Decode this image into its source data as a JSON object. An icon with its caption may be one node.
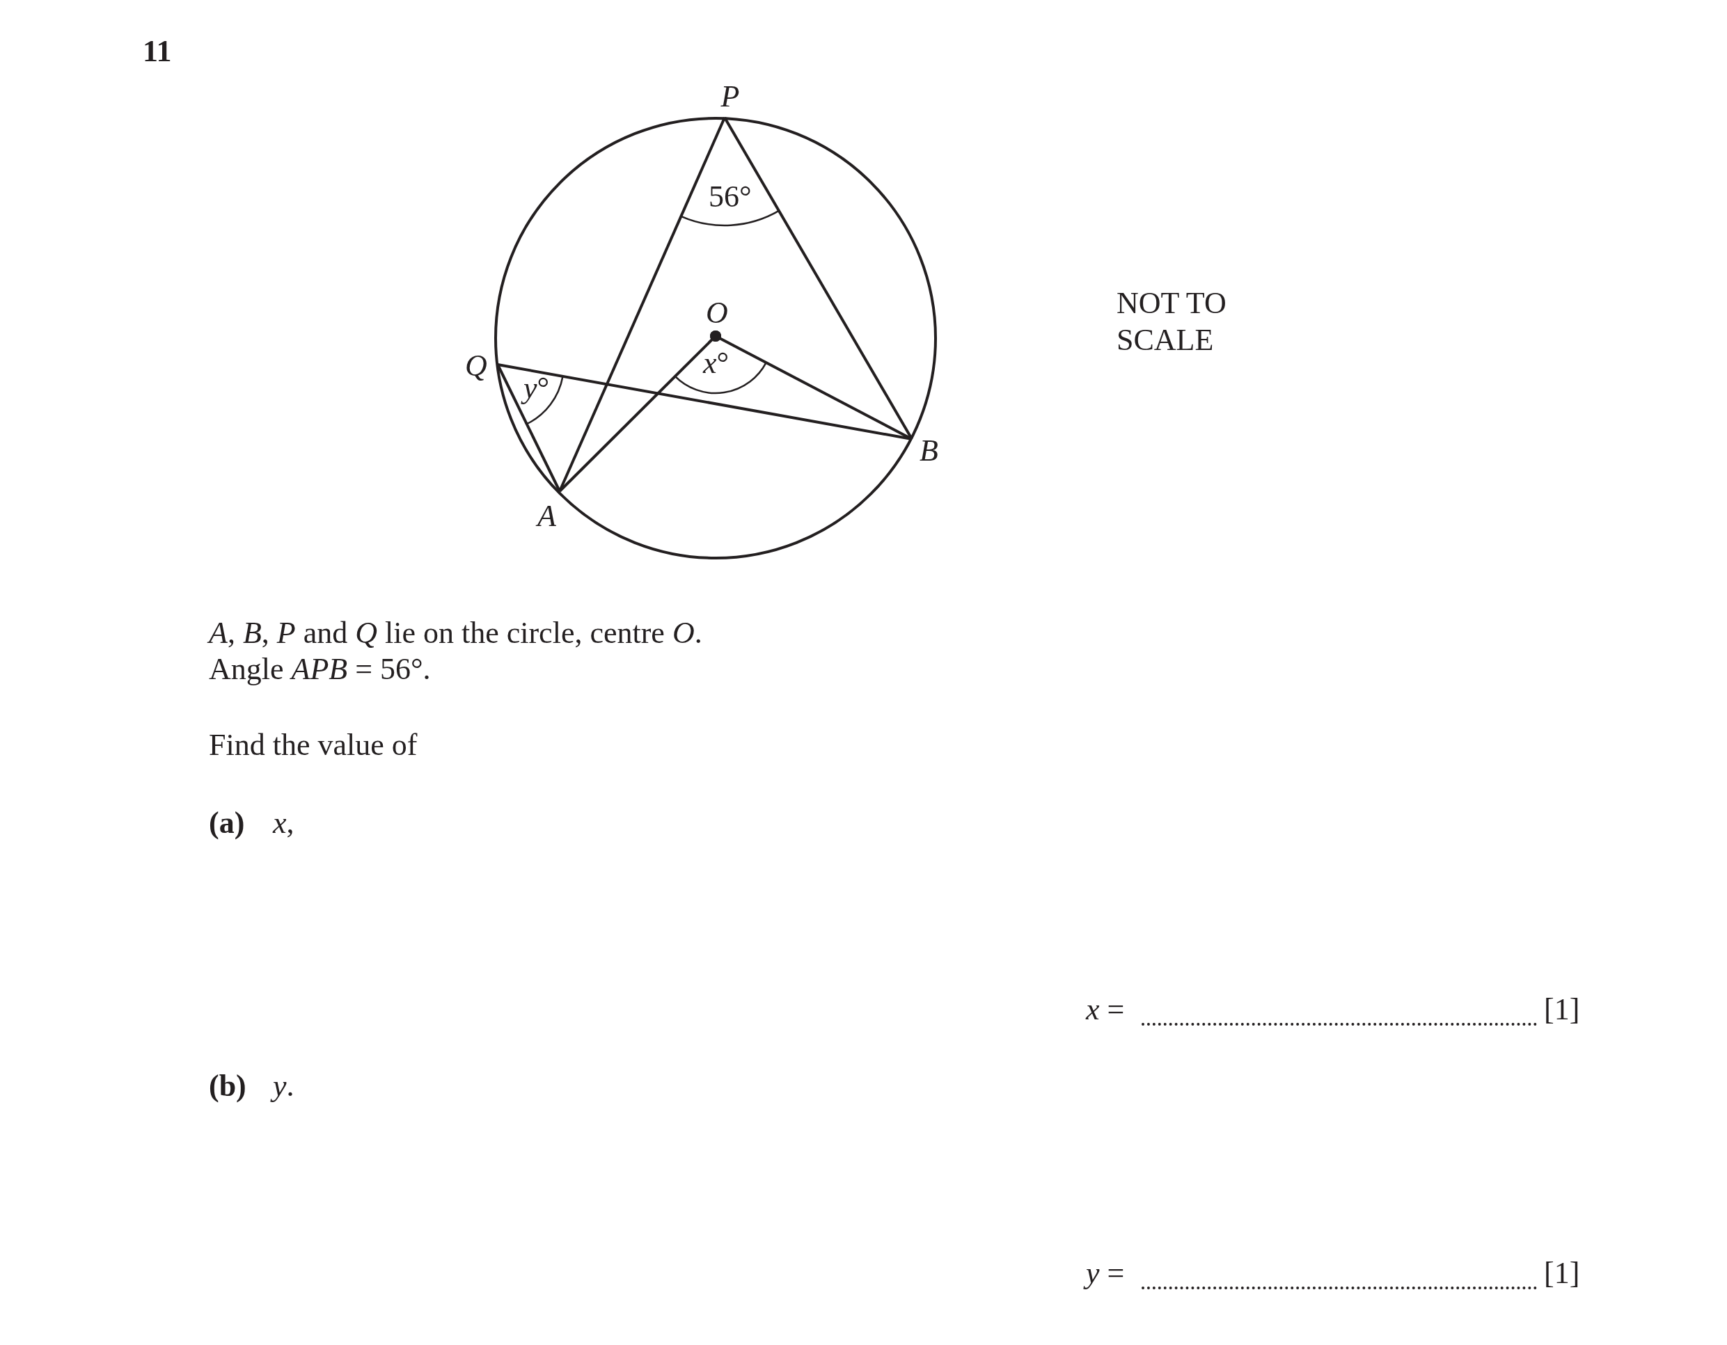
{
  "diagram": {
    "nodes": [
      {
        "text": [
          "P"
        ]
      },
      {
        "text": [
          "O"
        ]
      },
      {
        "text": [
          "Q"
        ]
      },
      {
        "text": [
          "B"
        ]
      },
      {
        "text": [
          "A"
        ]
      }
    ],
    "edges": [
      {
        "from": 0,
        "to": 4,
        "arrow": "none"
      },
      {
        "from": 0,
        "to": 3,
        "arrow": "none"
      },
      {
        "from": 2,
        "to": 3,
        "arrow": "none"
      },
      {
        "from": 2,
        "to": 4,
        "arrow": "none"
      },
      {
        "from": 1,
        "to": 4,
        "arrow": "other"
      },
      {
        "from": 1,
        "to": 3,
        "arrow": "other"
      }
    ],
    "labels": [
      "11",
      "NOT TO SCALE",
      "56°",
      "*x*°",
      "*y*°",
      "*A*, *B*, *P* and *Q* lie on the circle, centre *O*.",
      "Angle *APB* = 56°.",
      "Find the value of",
      "(a)",
      "*x*,",
      "*x* =",
      "[1]",
      "(b)",
      "*y*.",
      "*y* =",
      "[1]"
    ]
  }
}
